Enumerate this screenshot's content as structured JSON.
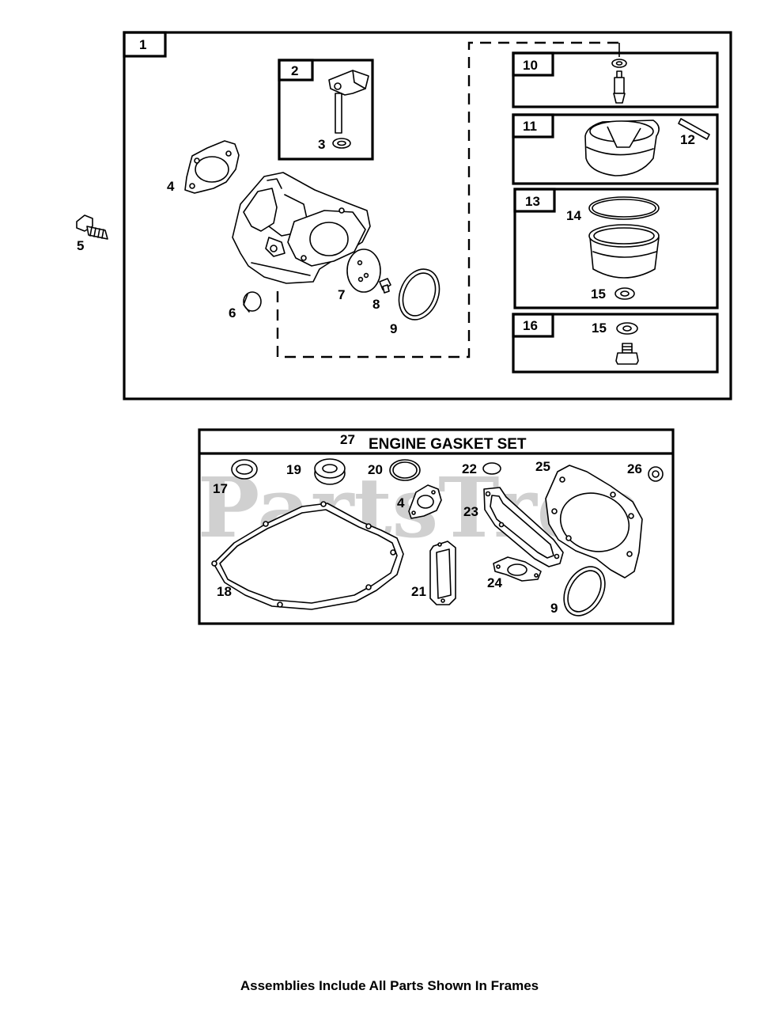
{
  "watermark": "PartsTree",
  "main_assembly": {
    "number": "1",
    "carb_labels": {
      "n2": "2",
      "n3": "3",
      "n4": "4",
      "n5": "5",
      "n6": "6",
      "n7": "7",
      "n8": "8",
      "n9": "9"
    },
    "kits": [
      {
        "frame": "10",
        "labels": []
      },
      {
        "frame": "11",
        "labels": [
          "12"
        ]
      },
      {
        "frame": "13",
        "labels": [
          "14",
          "15"
        ]
      },
      {
        "frame": "16",
        "labels": [
          "15"
        ]
      }
    ]
  },
  "gasket_set": {
    "number": "27",
    "title": "ENGINE GASKET SET",
    "labels": {
      "n17": "17",
      "n19": "19",
      "n20": "20",
      "n22": "22",
      "n25": "25",
      "n26": "26",
      "n4": "4",
      "n23": "23",
      "n18": "18",
      "n21": "21",
      "n24": "24",
      "n9": "9"
    }
  },
  "footer": "Assemblies Include All Parts Shown In Frames"
}
